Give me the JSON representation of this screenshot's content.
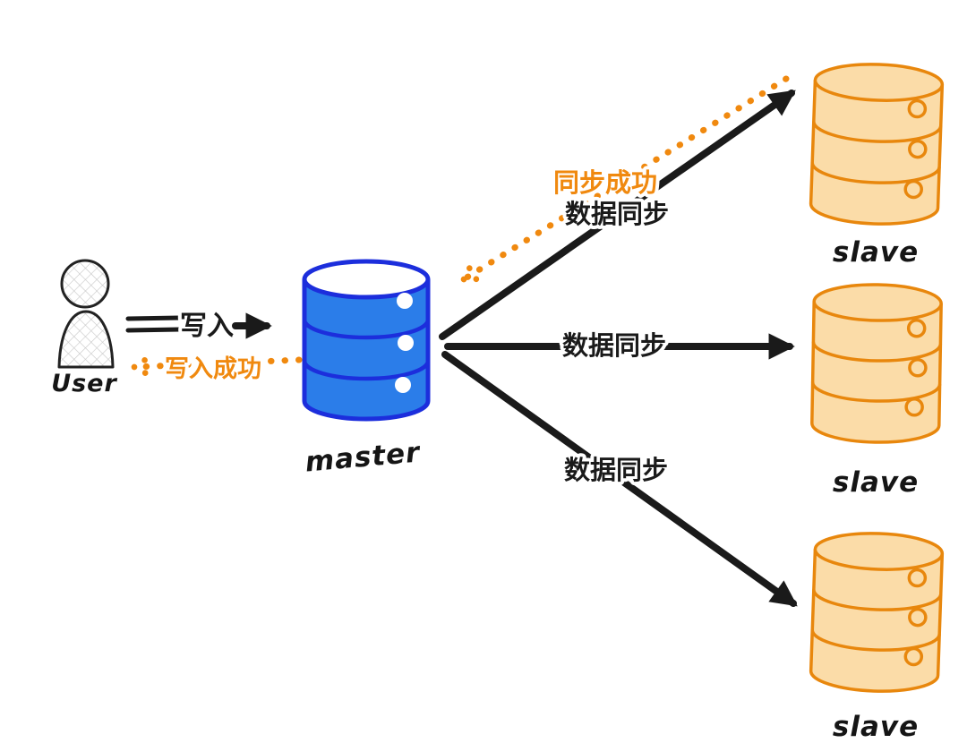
{
  "colors": {
    "background": "#ffffff",
    "master_fill": "#2B7DE9",
    "master_stroke": "#1C2EDC",
    "slave_fill": "#FBDCA8",
    "slave_stroke": "#E8870D",
    "arrow_black": "#1A1A1A",
    "accent_orange": "#F0890F"
  },
  "nodes": {
    "user": {
      "label": "User",
      "icon": "person-icon"
    },
    "master": {
      "label": "master",
      "icon": "database-icon"
    },
    "slaves": [
      {
        "label": "slave",
        "icon": "database-icon"
      },
      {
        "label": "slave",
        "icon": "database-icon"
      },
      {
        "label": "slave",
        "icon": "database-icon"
      }
    ]
  },
  "edges": {
    "write": {
      "label": "写入",
      "style": "solid-black",
      "from": "user",
      "to": "master"
    },
    "write_success": {
      "label": "写入成功",
      "style": "dotted-orange",
      "from": "master",
      "to": "user"
    },
    "sync_success": {
      "label": "同步成功",
      "style": "dotted-orange",
      "from": "slave-1",
      "to": "master"
    },
    "sync": [
      {
        "label": "数据同步",
        "style": "solid-black",
        "from": "master",
        "to": "slave-1"
      },
      {
        "label": "数据同步",
        "style": "solid-black",
        "from": "master",
        "to": "slave-2"
      },
      {
        "label": "数据同步",
        "style": "solid-black",
        "from": "master",
        "to": "slave-3"
      }
    ]
  }
}
